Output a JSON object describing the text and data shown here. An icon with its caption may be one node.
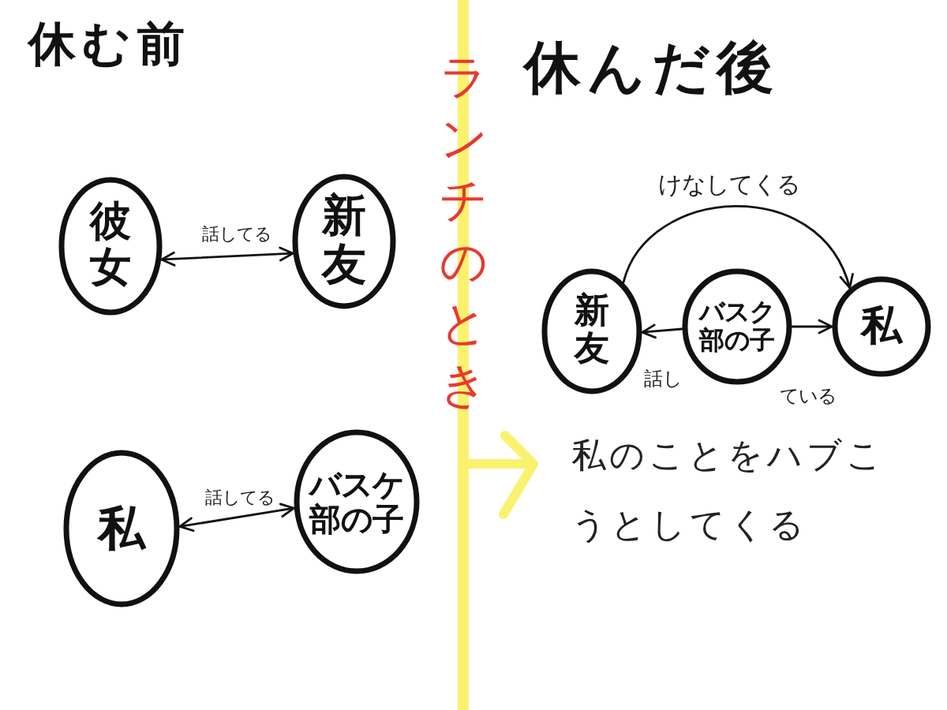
{
  "diagram": {
    "nodes": [
      {
        "text": [
          "彼女"
        ]
      },
      {
        "text": [
          "新友"
        ]
      },
      {
        "text": [
          "私"
        ]
      },
      {
        "text": [
          "バスケ部の子"
        ]
      },
      {
        "text": [
          "新友"
        ]
      },
      {
        "text": [
          "バスク部の子"
        ]
      },
      {
        "text": [
          "私"
        ]
      }
    ],
    "edges": [
      {
        "from": 0,
        "to": 1,
        "arrow": "both",
        "label": "話してる"
      },
      {
        "from": 2,
        "to": 3,
        "arrow": "both",
        "label": "話してる"
      },
      {
        "from": 4,
        "to": 6,
        "arrow": "to",
        "label": "けなしてくる"
      },
      {
        "from": 5,
        "to": 4,
        "arrow": "to",
        "label": "話し"
      },
      {
        "from": 5,
        "to": 6,
        "arrow": "to",
        "label": "ている"
      }
    ],
    "labels": [
      "休む前",
      "ランチのとき",
      "休んだ後",
      "私のことをハブこうとしてくる"
    ]
  }
}
